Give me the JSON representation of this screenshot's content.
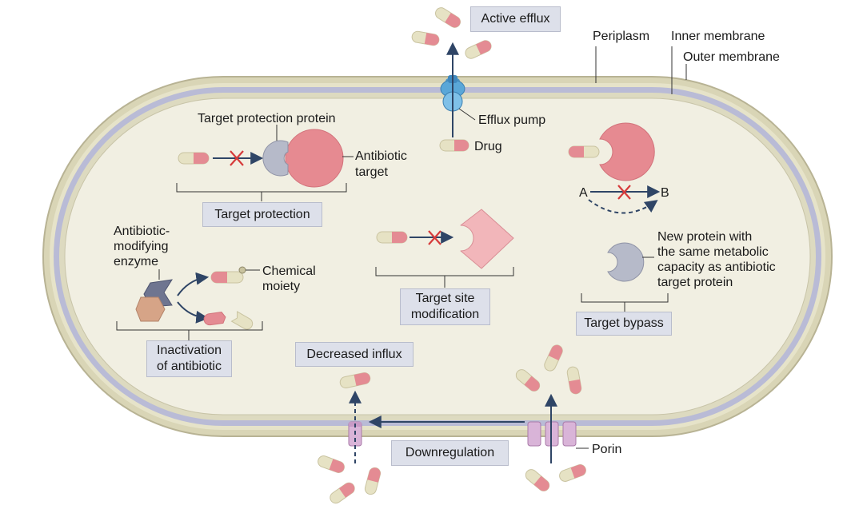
{
  "membrane_labels": {
    "periplasm": "Periplasm",
    "inner_membrane": "Inner membrane",
    "outer_membrane": "Outer membrane"
  },
  "mechanisms": {
    "active_efflux": "Active efflux",
    "target_protection": "Target protection",
    "target_site_modification": [
      "Target site",
      "modification"
    ],
    "inactivation": [
      "Inactivation",
      "of antibiotic"
    ],
    "target_bypass": "Target bypass",
    "decreased_influx": "Decreased influx",
    "downregulation": "Downregulation"
  },
  "annotations": {
    "efflux_pump": "Efflux pump",
    "drug": "Drug",
    "target_protection_protein": "Target protection protein",
    "antibiotic_target": [
      "Antibiotic",
      "target"
    ],
    "antibiotic_modifying_enzyme": [
      "Antibiotic-",
      "modifying",
      "enzyme"
    ],
    "chemical_moiety": [
      "Chemical",
      "moiety"
    ],
    "new_protein": [
      "New protein with",
      "the same metabolic",
      "capacity as antibiotic",
      "target protein"
    ],
    "porin": "Porin",
    "pathway_a": "A",
    "pathway_b": "B"
  },
  "colors": {
    "cytoplasm": "#f1efe2",
    "outer_band": "#d9d5b6",
    "periplasm_band": "#b9bbd6",
    "pill_red": "#e48b93",
    "pill_cream": "#e6e2c4",
    "target_red": "#e68a91",
    "gray_protein": "#b6bac9",
    "efflux_blue": "#5aa7d8",
    "porin_purple": "#d9b4d8",
    "arrow_navy": "#2f4566",
    "blocked_x": "#d63a3a",
    "label_box": "#dde0ea"
  }
}
